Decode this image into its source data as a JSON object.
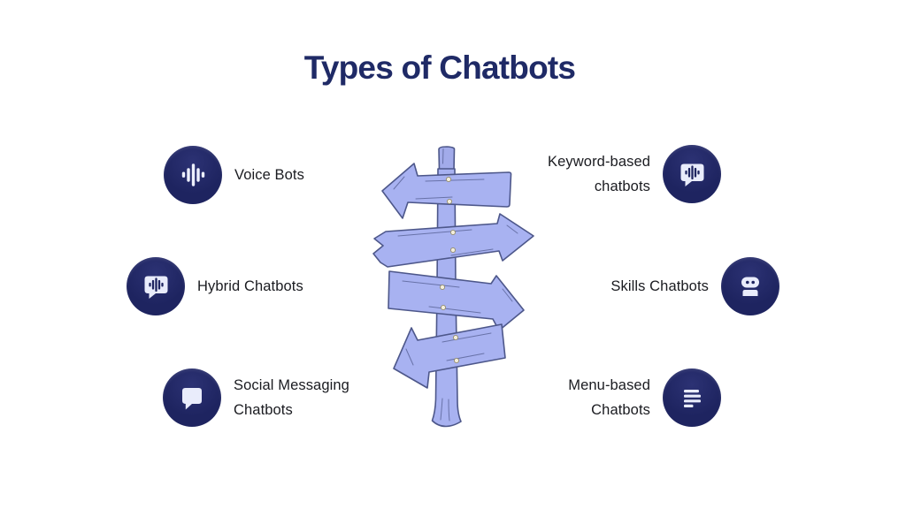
{
  "title": "Types of Chatbots",
  "items": [
    {
      "label": "Voice Bots",
      "icon": "voice-wave-icon",
      "side": "left"
    },
    {
      "label": "Hybrid Chatbots",
      "icon": "speech-bubble-wave-icon",
      "side": "left"
    },
    {
      "label": "Social Messaging Chatbots",
      "icon": "speech-bubble-icon",
      "side": "left"
    },
    {
      "label": "Keyword-based chatbots",
      "icon": "speech-bubble-wave-icon",
      "side": "right"
    },
    {
      "label": "Skills Chatbots",
      "icon": "robot-icon",
      "side": "right"
    },
    {
      "label": "Menu-based Chatbots",
      "icon": "menu-lines-icon",
      "side": "right"
    }
  ],
  "illustration": {
    "name": "wooden-signpost",
    "arrows": 4
  },
  "colors": {
    "background": "#ffffff",
    "title_navy": "#1f2a66",
    "icon_circle_navy": "#1e2460",
    "icon_glyph": "#e9ecfb",
    "label_text": "#1a1b20",
    "sign_fill": "#a8b2f1",
    "sign_outline": "#4d578a",
    "nail_fill": "#f4efdc"
  }
}
